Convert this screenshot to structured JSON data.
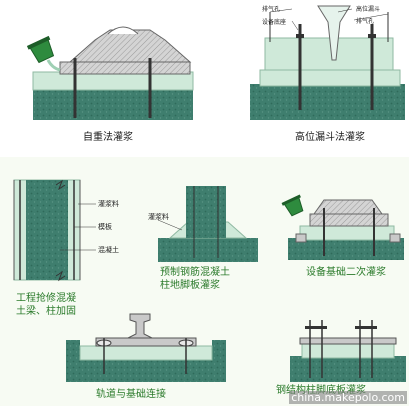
{
  "figures": {
    "self_weight": {
      "caption": "自重法灌浆"
    },
    "funnel": {
      "caption": "高位漏斗法灌浆",
      "labels": {
        "vent_left": "排气孔",
        "base": "设备底座",
        "funnel": "高位漏斗",
        "vent_right": "排气孔"
      }
    },
    "column_repair": {
      "caption_line1": "工程抢修混凝",
      "caption_line2": "土梁、柱加固",
      "labels": {
        "grout": "灌浆料",
        "formwork": "模板",
        "concrete": "混凝土"
      }
    },
    "precast_column": {
      "caption_line1": "预制钢筋混凝土",
      "caption_line2": "柱地脚板灌浆",
      "labels": {
        "grout": "灌浆料"
      }
    },
    "secondary": {
      "caption": "设备基础二次灌浆"
    },
    "rail": {
      "caption": "轨道与基础连接"
    },
    "steel": {
      "caption": "钢结构柱脚底板灌浆"
    }
  },
  "watermark": "china.makepolo.com",
  "colors": {
    "concrete_dark": "#3f7e6e",
    "concrete_pattern": "#2f6a5a",
    "grout_light": "#cfe9d9",
    "steel_gray": "#c9c9c9",
    "green_bucket": "#2e8b3e",
    "caption_green": "#2a7a2a"
  }
}
